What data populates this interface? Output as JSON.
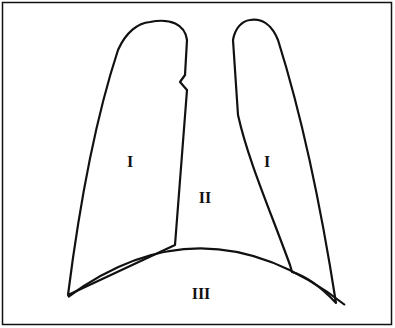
{
  "diagram": {
    "nodes": [
      {
        "text": [
          "I"
        ]
      },
      {
        "text": [
          "I"
        ]
      }
    ],
    "labels": [
      "II",
      "III"
    ]
  }
}
